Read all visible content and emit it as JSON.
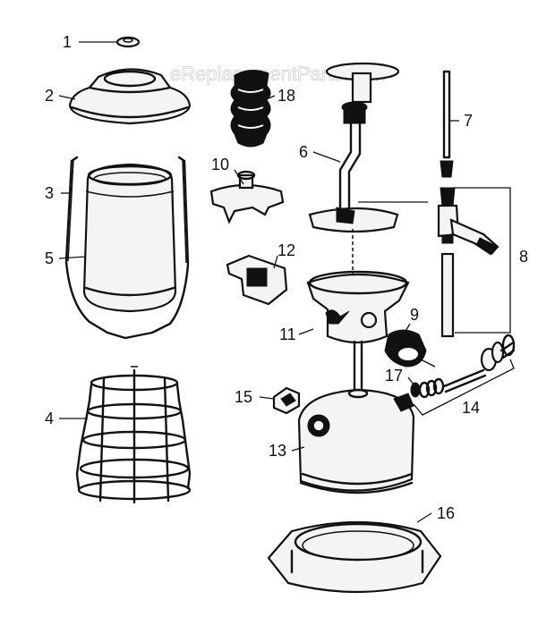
{
  "watermark": "eReplacementParts.com",
  "labels": {
    "p1": "1",
    "p2": "2",
    "p3": "3",
    "p4": "4",
    "p5": "5",
    "p6": "6",
    "p7": "7",
    "p8": "8",
    "p9": "9",
    "p10": "10",
    "p11": "11",
    "p12": "12",
    "p13": "13",
    "p14": "14",
    "p15": "15",
    "p16": "16",
    "p17": "17",
    "p18": "18"
  }
}
